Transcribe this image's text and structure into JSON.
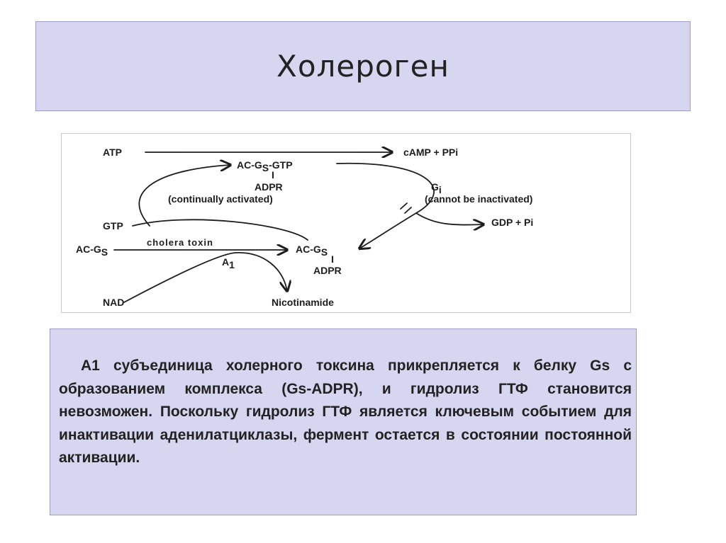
{
  "slide": {
    "title": "Холероген",
    "description": "А1 субъединица холерного токсина прикрепляется к белку Gs с образованием комплекса (Gs-ADPR), и гидролиз ГТФ становится невозможен. Поскольку гидролиз ГТФ является ключевым событием для инактивации аденилатциклазы, фермент остается в состоянии постоянной активации."
  },
  "diagram": {
    "atp": "ATP",
    "camp": "cAMP + PPi",
    "top_complex": {
      "prefix": "AC-G",
      "sub": "S",
      "suffix": "-GTP"
    },
    "bond1": "I",
    "adpr1": "ADPR",
    "continually": "(continually activated)",
    "gi": {
      "prefix": "G",
      "sub": "i"
    },
    "cannot": "(cannot be inactivated)",
    "gtp": "GTP",
    "gdp": "GDP + Pi",
    "acgs": {
      "prefix": "AC-G",
      "sub": "S"
    },
    "toxin": "cholera toxin",
    "bottom_complex": {
      "prefix": "AC-G",
      "sub": "S"
    },
    "bond2": "I",
    "adpr2": "ADPR",
    "a1": {
      "prefix": "A",
      "sub": "1"
    },
    "nad": "NAD",
    "nicotinamide": "Nicotinamide"
  }
}
